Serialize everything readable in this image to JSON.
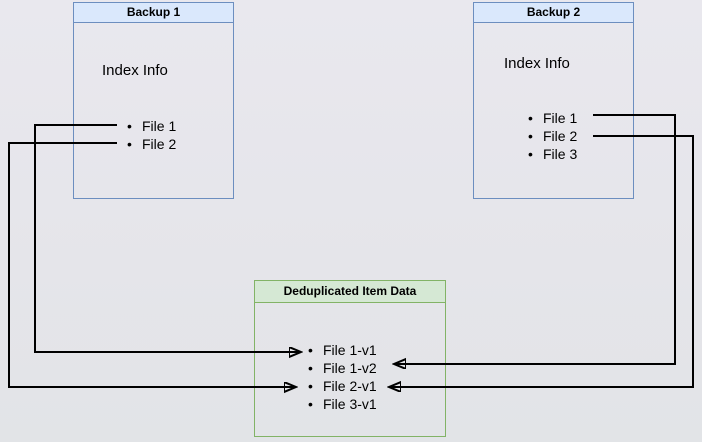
{
  "boxes": {
    "backup1": {
      "title": "Backup 1",
      "subtitle": "Index Info",
      "items": [
        "File 1",
        "File 2"
      ]
    },
    "backup2": {
      "title": "Backup 2",
      "subtitle": "Index Info",
      "items": [
        "File 1",
        "File 2",
        "File 3"
      ]
    },
    "dedup": {
      "title": "Deduplicated Item Data",
      "items": [
        "File 1-v1",
        "File 1-v2",
        "File 2-v1",
        "File 3-v1"
      ]
    }
  },
  "connections": [
    {
      "from": "Backup 1 / File 1",
      "to": "Deduplicated Item Data / File 1-v1",
      "routed": "left"
    },
    {
      "from": "Backup 1 / File 2",
      "to": "Deduplicated Item Data / File 2-v1",
      "routed": "left"
    },
    {
      "from": "Backup 2 / File 1",
      "to": "Deduplicated Item Data / File 1-v2",
      "routed": "right"
    },
    {
      "from": "Backup 2 / File 2",
      "to": "Deduplicated Item Data / File 2-v1",
      "routed": "right"
    }
  ],
  "colors": {
    "backup_header_fill": "#dae8fc",
    "backup_border": "#6c8ebf",
    "dedup_header_fill": "#d5e8d4",
    "dedup_border": "#82b366",
    "connector": "#000000",
    "background": "#e6e5eb"
  }
}
